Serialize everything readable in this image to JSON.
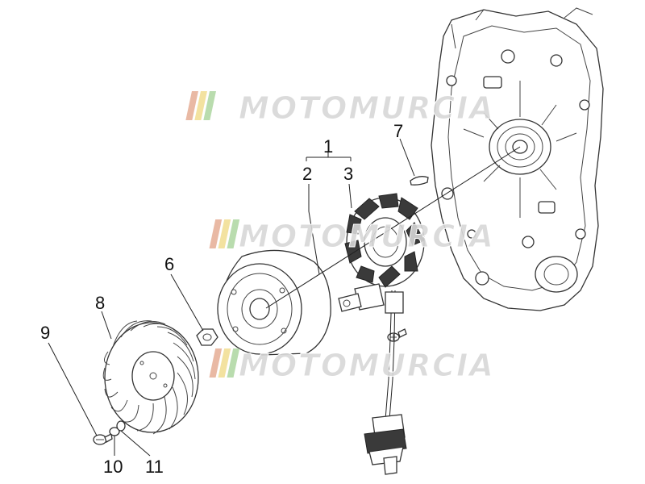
{
  "watermark": {
    "text": "MOTOMURCIA",
    "stripe_colors": [
      "#e9b9a4",
      "#f3e2a0",
      "#b9dcae"
    ],
    "text_color": "#d7d7d7",
    "outline_color": "#ffffff"
  },
  "callouts": [
    {
      "id": "1",
      "label": "1"
    },
    {
      "id": "2",
      "label": "2"
    },
    {
      "id": "3",
      "label": "3"
    },
    {
      "id": "6",
      "label": "6"
    },
    {
      "id": "7",
      "label": "7"
    },
    {
      "id": "8",
      "label": "8"
    },
    {
      "id": "9",
      "label": "9"
    },
    {
      "id": "10",
      "label": "10"
    },
    {
      "id": "11",
      "label": "11"
    }
  ],
  "parts": {
    "crankcase": "crankcase-half",
    "flywheel": "flywheel-rotor",
    "stator": "stator-coil",
    "fan": "cooling-fan",
    "nut": "flywheel-nut",
    "key": "woodruff-key",
    "screw": "fan-screw",
    "washer_small": "washer",
    "washer_large": "spring-washer",
    "connector": "wire-connector"
  }
}
